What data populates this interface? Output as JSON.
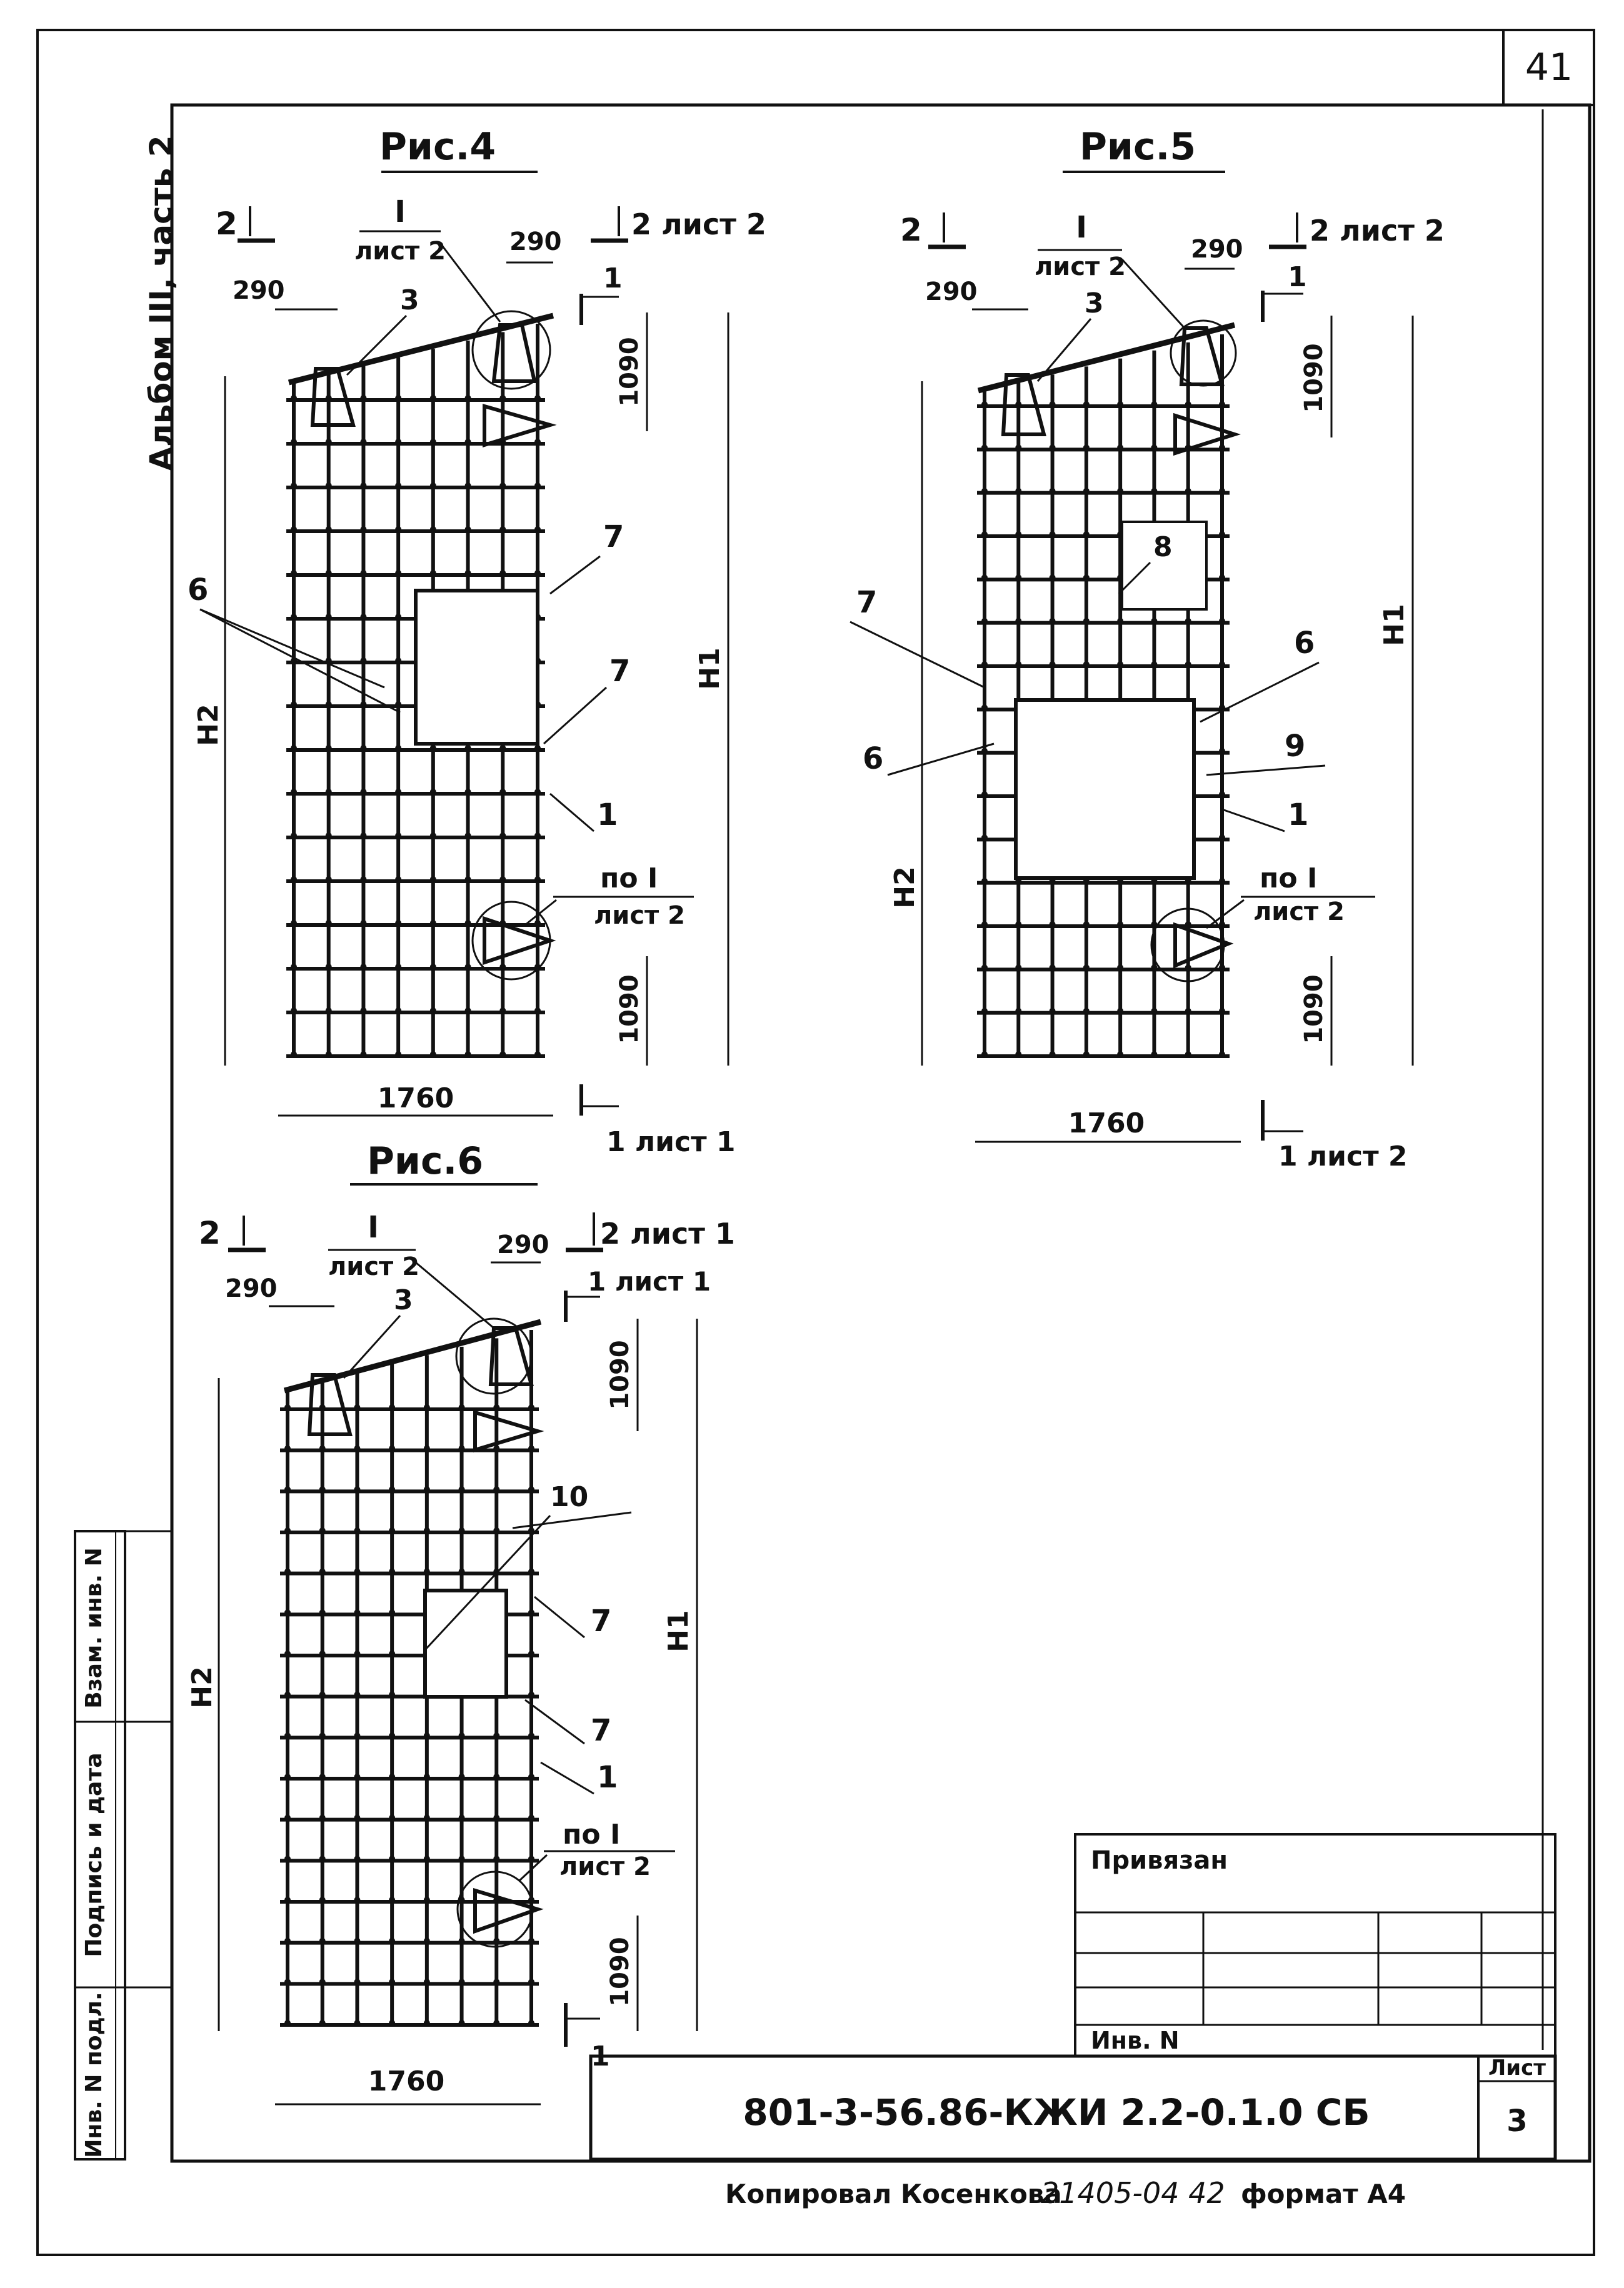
{
  "page": {
    "number": "41"
  },
  "side_album": "Альбом III, часть 2",
  "fig4": {
    "title": "Рис.4",
    "sec_left": "2",
    "sec_right": "2 лист 2",
    "node_i": "I",
    "node_i_sheet": "лист 2",
    "sec1": "1",
    "sec1_bottom": "1 лист 1",
    "dim_290_a": "290",
    "dim_290_b": "290",
    "dim_1090_top": "1090",
    "dim_1090_bottom": "1090",
    "dim_h1": "H1",
    "dim_h2": "H2",
    "dim_width": "1760",
    "pos_3": "3",
    "pos_6": "6",
    "pos_7a": "7",
    "pos_7b": "7",
    "pos_1": "1",
    "po_i": "по I",
    "po_i_sheet": "лист 2"
  },
  "fig5": {
    "title": "Рис.5",
    "sec_left": "2",
    "sec_right": "2 лист 2",
    "node_i": "I",
    "node_i_sheet": "лист 2",
    "sec1": "1",
    "sec1_bottom": "1 лист 2",
    "dim_290_a": "290",
    "dim_290_b": "290",
    "dim_1090_top": "1090",
    "dim_1090_bottom": "1090",
    "dim_h1": "H1",
    "dim_h2": "H2",
    "dim_width": "1760",
    "pos_3": "3",
    "pos_8": "8",
    "pos_7": "7",
    "pos_6a": "6",
    "pos_6b": "6",
    "pos_9": "9",
    "pos_1": "1",
    "po_i": "по I",
    "po_i_sheet": "лист 2"
  },
  "fig6": {
    "title": "Рис.6",
    "sec_left": "2",
    "sec_right": "2 лист 1",
    "node_i": "I",
    "node_i_sheet": "лист 2",
    "sec1_top": "1 лист 1",
    "sec1_bottom": "1",
    "dim_290_a": "290",
    "dim_290_b": "290",
    "dim_1090_top": "1090",
    "dim_1090_bottom": "1090",
    "dim_h1": "H1",
    "dim_h2": "H2",
    "dim_width": "1760",
    "pos_3": "3",
    "pos_10": "10",
    "pos_7a": "7",
    "pos_7b": "7",
    "pos_1": "1",
    "po_i": "по I",
    "po_i_sheet": "лист 2"
  },
  "left_stamp": {
    "inv_podl": "Инв. N подл.",
    "sign_date": "Подпись и дата",
    "vzam_inv": "Взам. инв. N"
  },
  "title_block": {
    "privyazan": "Привязан",
    "inv_n": "Инв. N",
    "doc_code": "801-3-56.86-КЖИ 2.2-0.1.0 СБ",
    "list_label": "Лист",
    "list_no": "3"
  },
  "footer": {
    "copied": "Копировал  Косенкова",
    "hand_no": "21405-04  42",
    "format": "формат  А4"
  }
}
